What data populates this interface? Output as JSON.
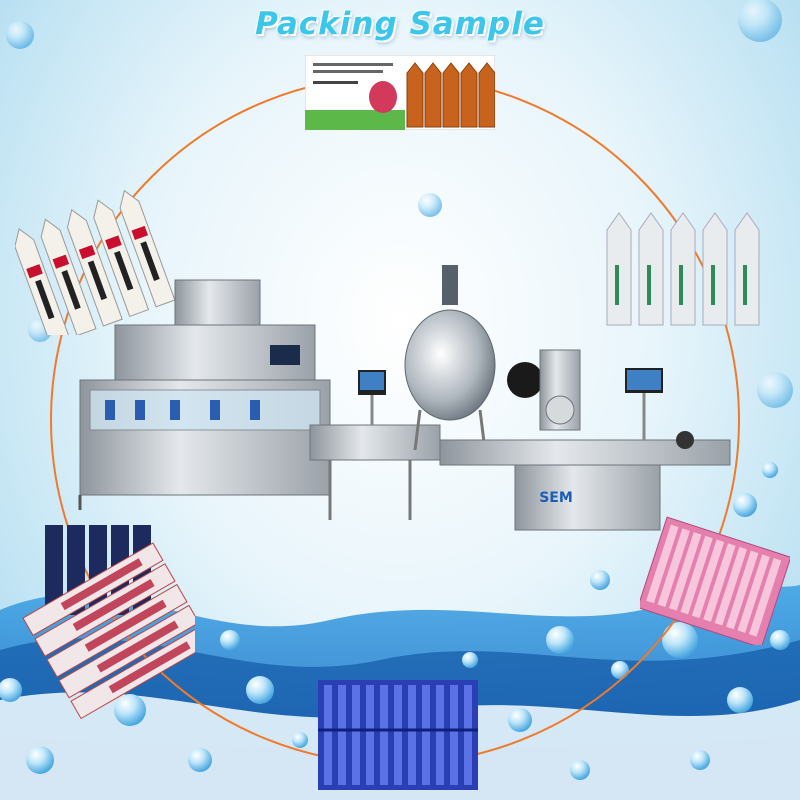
{
  "header": {
    "title": "Packing Sample"
  },
  "colors": {
    "title": "#3cc6ea",
    "ring": "#f07a2c",
    "water": "#1e88d6",
    "machine_steel": "#c9ced3"
  },
  "samples": [
    {
      "position": "top",
      "description_icon": "amber-vial-box-icon"
    },
    {
      "position": "upper-left",
      "description_icon": "white-vial-strip-icon"
    },
    {
      "position": "upper-right",
      "description_icon": "white-vial-strip-icon"
    },
    {
      "position": "lower-left",
      "description_icon": "navy-and-red-vial-strip-icon"
    },
    {
      "position": "lower-right",
      "description_icon": "pink-vial-tray-icon"
    },
    {
      "position": "bottom",
      "description_icon": "blue-vial-tray-icon"
    }
  ],
  "machine": {
    "logo_text": "SEM"
  }
}
